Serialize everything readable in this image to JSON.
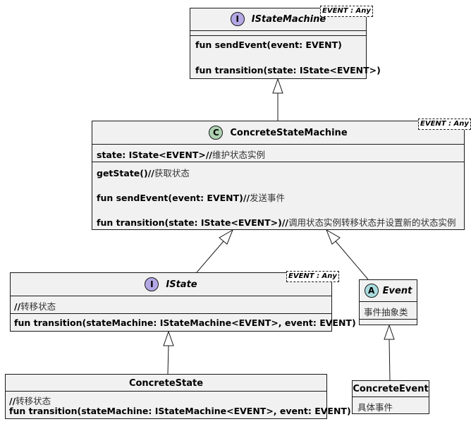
{
  "colors": {
    "interface_badge": "#b4a7e5",
    "class_badge": "#add1b2",
    "abstract_badge": "#a9dcdf",
    "box_fill": "#f1f1f1",
    "line": "#181818"
  },
  "istatemachine": {
    "badge": "I",
    "name": "IStateMachine",
    "generic": "EVENT : Any",
    "methods": [
      "fun sendEvent(event: EVENT)",
      "fun transition(state: IState<EVENT>)"
    ]
  },
  "concrete_state_machine": {
    "badge": "C",
    "name": "ConcreteStateMachine",
    "generic": "EVENT : Any",
    "field_code": "state: IState<EVENT>//",
    "field_comment": "维护状态实例",
    "m1_code": "getState()//",
    "m1_comment": "获取状态",
    "m2_code": "fun sendEvent(event: EVENT)//",
    "m2_comment": "发送事件",
    "m3_code": "fun transition(state: IState<EVENT>)//",
    "m3_comment": "调用状态实例转移状态并设置新的状态实例"
  },
  "istate": {
    "badge": "I",
    "name": "IState",
    "generic": "EVENT : Any",
    "comment_prefix": "//",
    "comment": "转移状态",
    "method": "fun transition(stateMachine: IStateMachine<EVENT>, event: EVENT)"
  },
  "event": {
    "badge": "A",
    "name": "Event",
    "description": "事件抽象类"
  },
  "concrete_state": {
    "name": "ConcreteState",
    "comment_prefix": "//",
    "comment": "转移状态",
    "method": "fun transition(stateMachine: IStateMachine<EVENT>, event: EVENT)"
  },
  "concrete_event": {
    "name": "ConcreteEvent",
    "description": "具体事件"
  }
}
